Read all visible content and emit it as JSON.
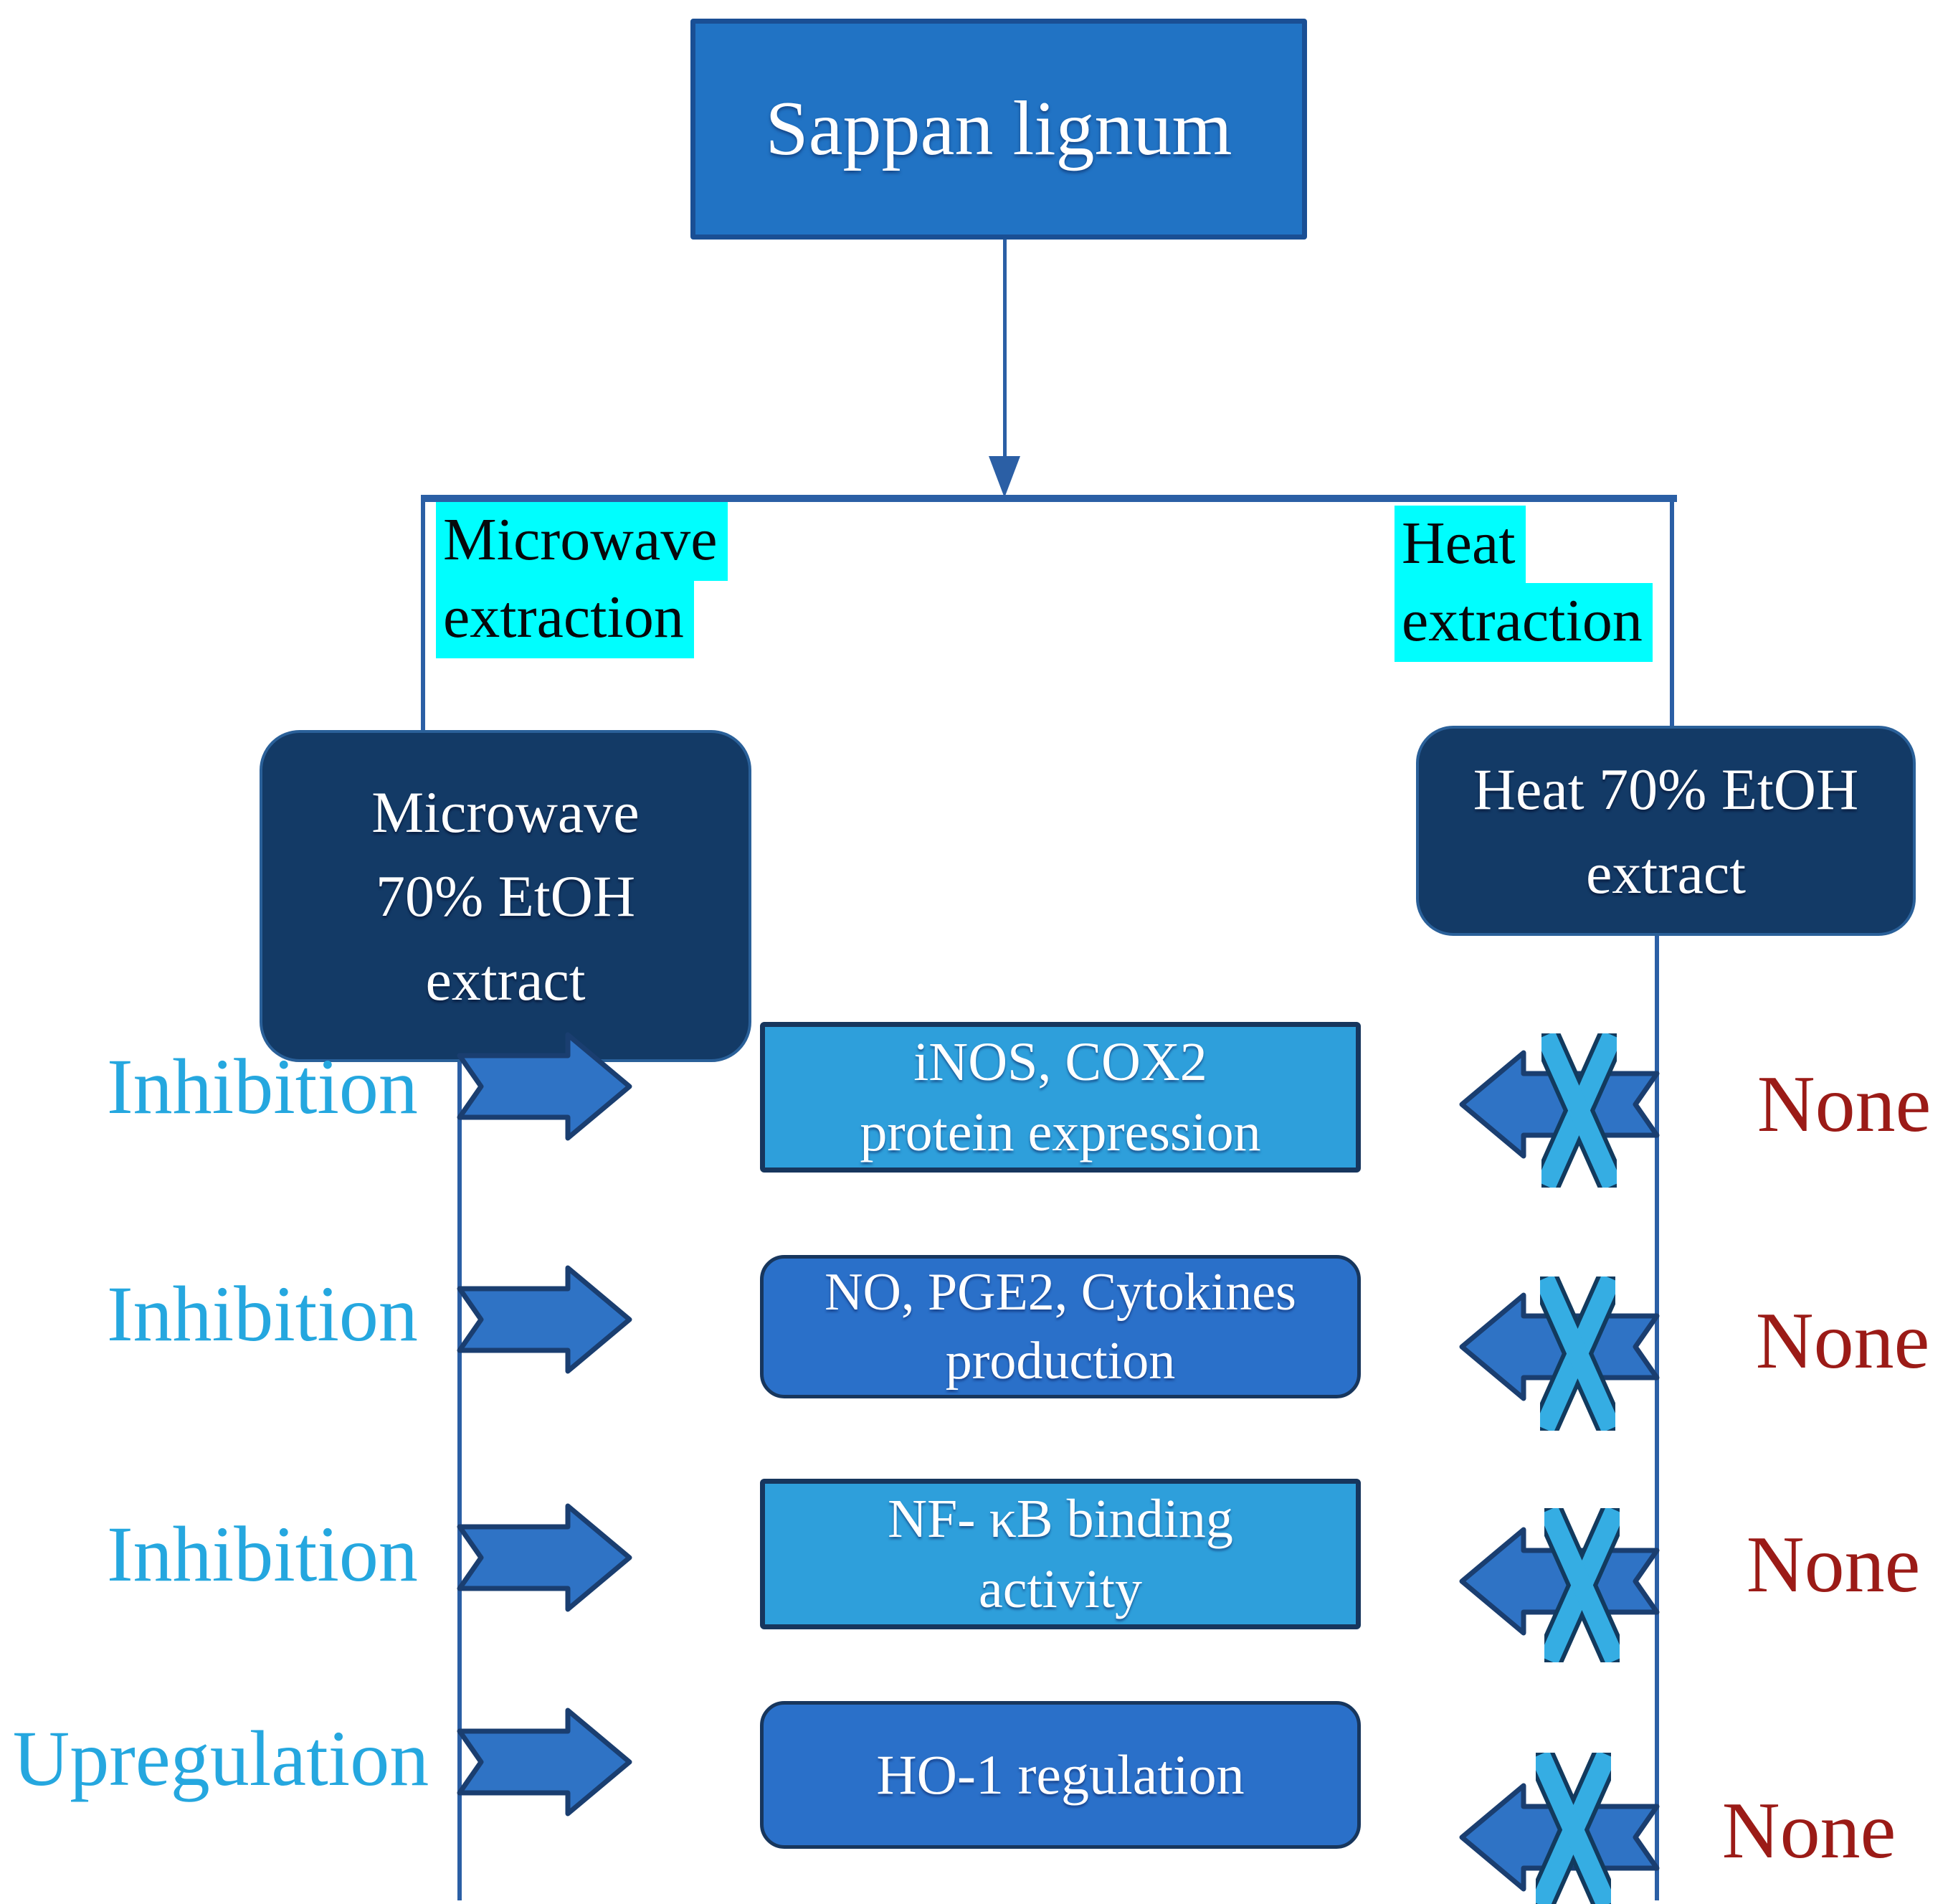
{
  "title": "Sappan lignum",
  "branch_labels": {
    "microwave": [
      "Microwave",
      "extraction"
    ],
    "heat": [
      "Heat",
      "extraction"
    ]
  },
  "extract_boxes": {
    "microwave": [
      "Microwave",
      "70% EtOH",
      "extract"
    ],
    "heat": [
      "Heat 70% EtOH",
      "extract"
    ]
  },
  "rows": [
    {
      "effect": "Inhibition",
      "target_lines": [
        "iNOS, COX2",
        "protein expression"
      ],
      "result": "None"
    },
    {
      "effect": "Inhibition",
      "target_lines": [
        "NO, PGE2, Cytokines",
        "production"
      ],
      "result": "None"
    },
    {
      "effect": "Inhibition",
      "target_lines": [
        "NF- κB binding",
        "activity"
      ],
      "result": "None"
    },
    {
      "effect": "Upregulation",
      "target_lines": [
        "HO-1 regulation"
      ],
      "result": "None"
    }
  ],
  "colors": {
    "connector": "#2B5FA5",
    "title_box_fill": "#2173C4",
    "extract_box_fill": "#133A66",
    "target_box_light": "#2E9FDB",
    "target_box_medium": "#2A70C9",
    "arrow_fill": "#2F73C5",
    "x_mark_fill": "#35ADE3",
    "highlight_cyan": "#00FEFE",
    "effect_text": "#25A7DF",
    "none_text": "#9B1B17"
  }
}
